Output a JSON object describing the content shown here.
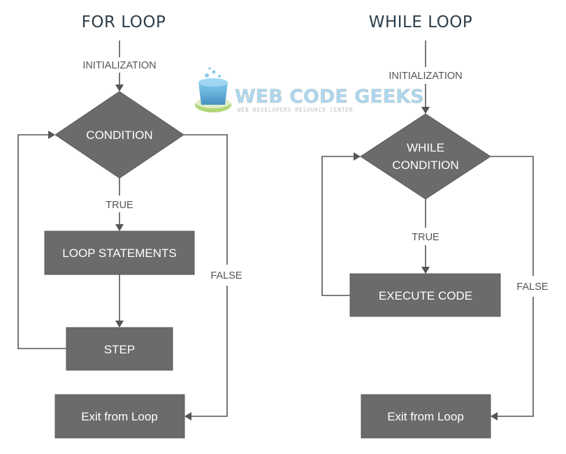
{
  "for_loop": {
    "title": "FOR LOOP",
    "initialization": "INITIALIZATION",
    "condition": "CONDITION",
    "true_label": "TRUE",
    "loop_statements": "LOOP STATEMENTS",
    "step": "STEP",
    "false_label": "FALSE",
    "exit": "Exit from Loop"
  },
  "while_loop": {
    "title": "WHILE LOOP",
    "initialization": "INITIALIZATION",
    "condition_line1": "WHILE",
    "condition_line2": "CONDITION",
    "true_label": "TRUE",
    "execute_code": "EXECUTE CODE",
    "false_label": "FALSE",
    "exit": "Exit from Loop"
  },
  "watermark": {
    "name": "WEB CODE GEEKS",
    "tagline": "WEB DEVELOPERS RESOURCE CENTER"
  },
  "colors": {
    "node_fill": "#6b6b6b",
    "line": "#555555",
    "title": "#2d3e4a"
  }
}
